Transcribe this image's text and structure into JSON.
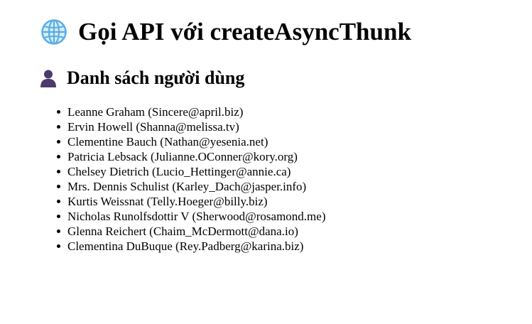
{
  "header": {
    "icon": "globe-icon",
    "title": "Gọi API với createAsyncThunk"
  },
  "section": {
    "icon": "user-icon",
    "title": "Danh sách người dùng"
  },
  "users": [
    "Leanne Graham (Sincere@april.biz)",
    "Ervin Howell (Shanna@melissa.tv)",
    "Clementine Bauch (Nathan@yesenia.net)",
    "Patricia Lebsack (Julianne.OConner@kory.org)",
    "Chelsey Dietrich (Lucio_Hettinger@annie.ca)",
    "Mrs. Dennis Schulist (Karley_Dach@jasper.info)",
    "Kurtis Weissnat (Telly.Hoeger@billy.biz)",
    "Nicholas Runolfsdottir V (Sherwood@rosamond.me)",
    "Glenna Reichert (Chaim_McDermott@dana.io)",
    "Clementina DuBuque (Rey.Padberg@karina.biz)"
  ],
  "colors": {
    "globe_blue": "#5aaee0",
    "globe_light": "#d6ecfa",
    "user_purple": "#4b3a6b"
  }
}
